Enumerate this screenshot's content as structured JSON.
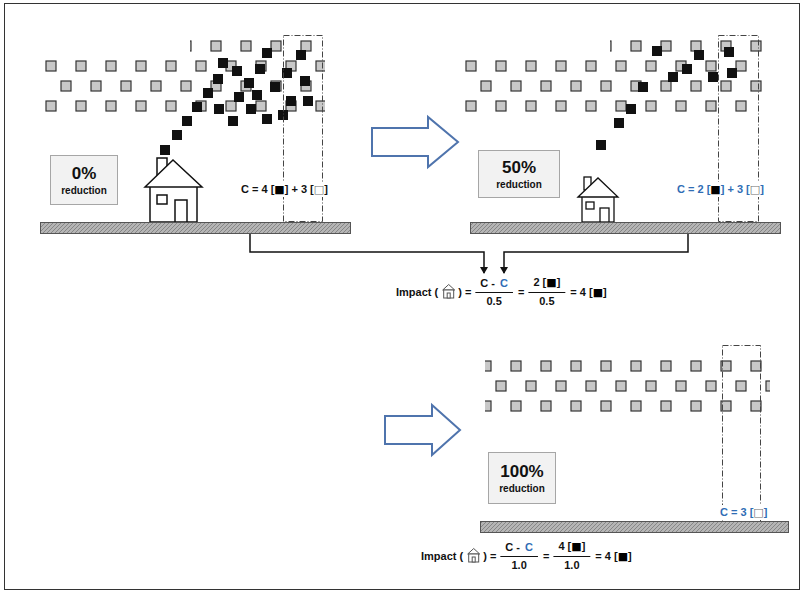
{
  "diagram": {
    "nodes": [
      {
        "text": [
          "0%",
          "reduction"
        ]
      },
      {
        "text": [
          "50%",
          "reduction"
        ]
      },
      {
        "text": [
          "100%",
          "reduction"
        ]
      }
    ],
    "labels": [
      "C = 4 [■] + 3 [□]",
      "C = 2 [■] + 3 [□]",
      "Impact (",
      ") =",
      "C -",
      "C",
      "0.5",
      "=",
      "2 [■]",
      "0.5",
      "= 4 [■]",
      "C = 3 [□]",
      "Impact (",
      ") =",
      "C -",
      "C",
      "1.0",
      "=",
      "4 [■]",
      "1.0",
      "= 4 [■]"
    ]
  }
}
